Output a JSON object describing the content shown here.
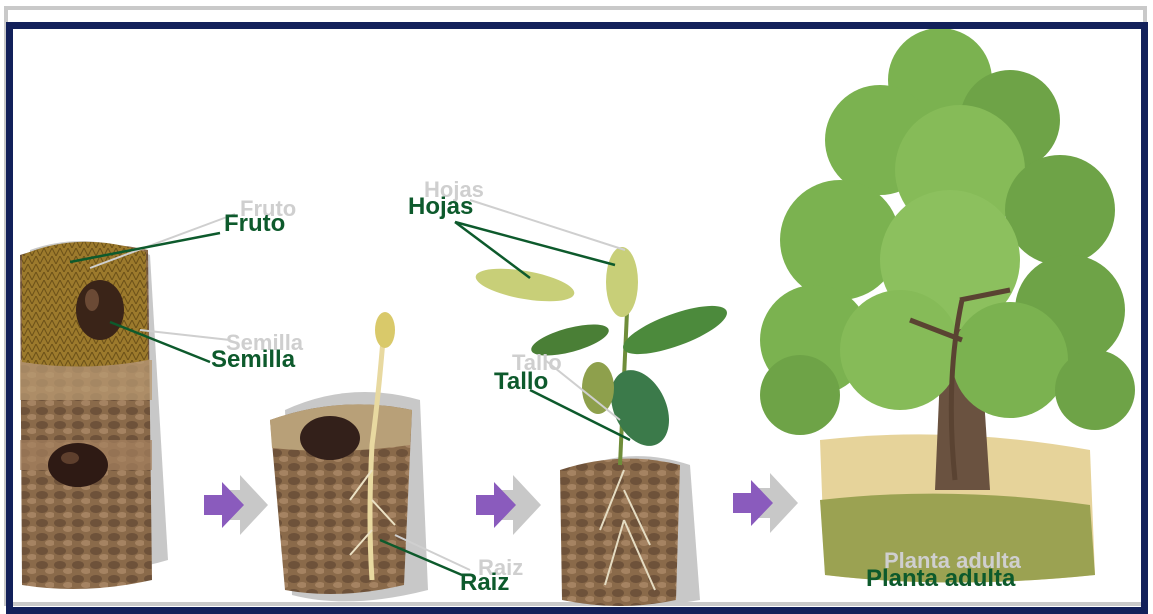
{
  "labels": {
    "fruto": "Fruto",
    "semilla": "Semilla",
    "hojas": "Hojas",
    "tallo": "Tallo",
    "raiz": "Raiz",
    "planta_adulta": "Planta adulta"
  },
  "colors": {
    "label_text": "#0d5a2c",
    "frame_border": "#12205a",
    "arrow": "#8a5bbd",
    "shadow": "#c8c8c8"
  },
  "icons": [
    "right-arrow-icon"
  ]
}
